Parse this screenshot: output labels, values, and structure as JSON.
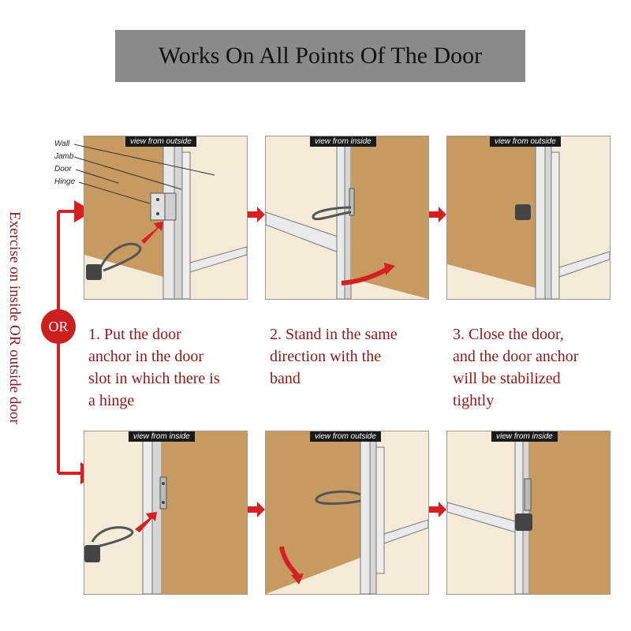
{
  "title": "Works On All Points Of The Door",
  "side_text": "Exercise on inside OR outside door",
  "or_label": "OR",
  "colors": {
    "accent_red": "#d42020",
    "text_red": "#8b1a1a",
    "door_brown": "#c79a62",
    "wall_cream": "#f4ead8"
  },
  "part_labels": [
    "Wall",
    "Jamb",
    "Door",
    "Hinge"
  ],
  "steps": [
    {
      "text_lines": [
        "1. Put the door",
        "anchor in the door",
        "slot in which there is",
        "a hinge"
      ]
    },
    {
      "text_lines": [
        "2. Stand in the same",
        "direction with the",
        "band"
      ]
    },
    {
      "text_lines": [
        "3. Close the door,",
        "and the door anchor",
        "will be stabilized",
        "tightly"
      ]
    }
  ],
  "panels_top": [
    {
      "view": "view from outside"
    },
    {
      "view": "view from inside"
    },
    {
      "view": "view from outside"
    }
  ],
  "panels_bottom": [
    {
      "view": "view from inside"
    },
    {
      "view": "view from outside"
    },
    {
      "view": "view from inside"
    }
  ]
}
